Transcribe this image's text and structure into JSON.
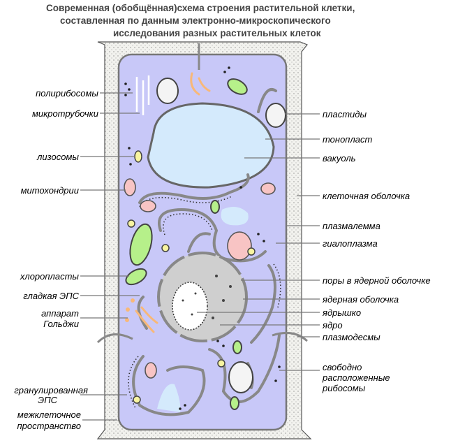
{
  "title": {
    "line1": "Современная (обобщённая)схема строения растительной клетки,",
    "line2": "составленная по данным электронно-микроскопического",
    "line3": "исследования разных растительных клеток"
  },
  "labels_left": {
    "polyribosomes": "полирибосомы",
    "microtubules": "микротрубочки",
    "lysosomes": "лизосомы",
    "mitochondria": "митохондрии",
    "chloroplasts": "хлоропласты",
    "smooth_er": "гладкая ЭПС",
    "golgi_1": "аппарат",
    "golgi_2": "Гольджи",
    "rough_er_1": "гранулированная",
    "rough_er_2": "ЭПС",
    "intercellular_1": "межклеточное",
    "intercellular_2": "пространство"
  },
  "labels_right": {
    "plastids": "пластиды",
    "tonoplast": "тонопласт",
    "vacuole": "вакуоль",
    "cell_wall": "клеточная оболочка",
    "plasmalemma": "плазмалемма",
    "hyaloplasm": "гиалоплазма",
    "nuclear_pores": "поры в ядерной оболочке",
    "nuclear_envelope": "ядерная оболочка",
    "nucleolus": "ядрышко",
    "nucleus": "ядро",
    "plasmodesmata": "плазмодесмы",
    "free_ribosomes_1": "свободно",
    "free_ribosomes_2": "расположенные",
    "free_ribosomes_3": "рибосомы"
  },
  "colors": {
    "cytoplasm": "#c8c8f8",
    "vacuole": "#d4eafc",
    "cell_wall": "#f2f2ee",
    "nucleus": "#cfcfcf",
    "chloroplast": "#b6f08a",
    "mitochondrion": "#f8c4c4",
    "golgi": "#f8b878"
  }
}
